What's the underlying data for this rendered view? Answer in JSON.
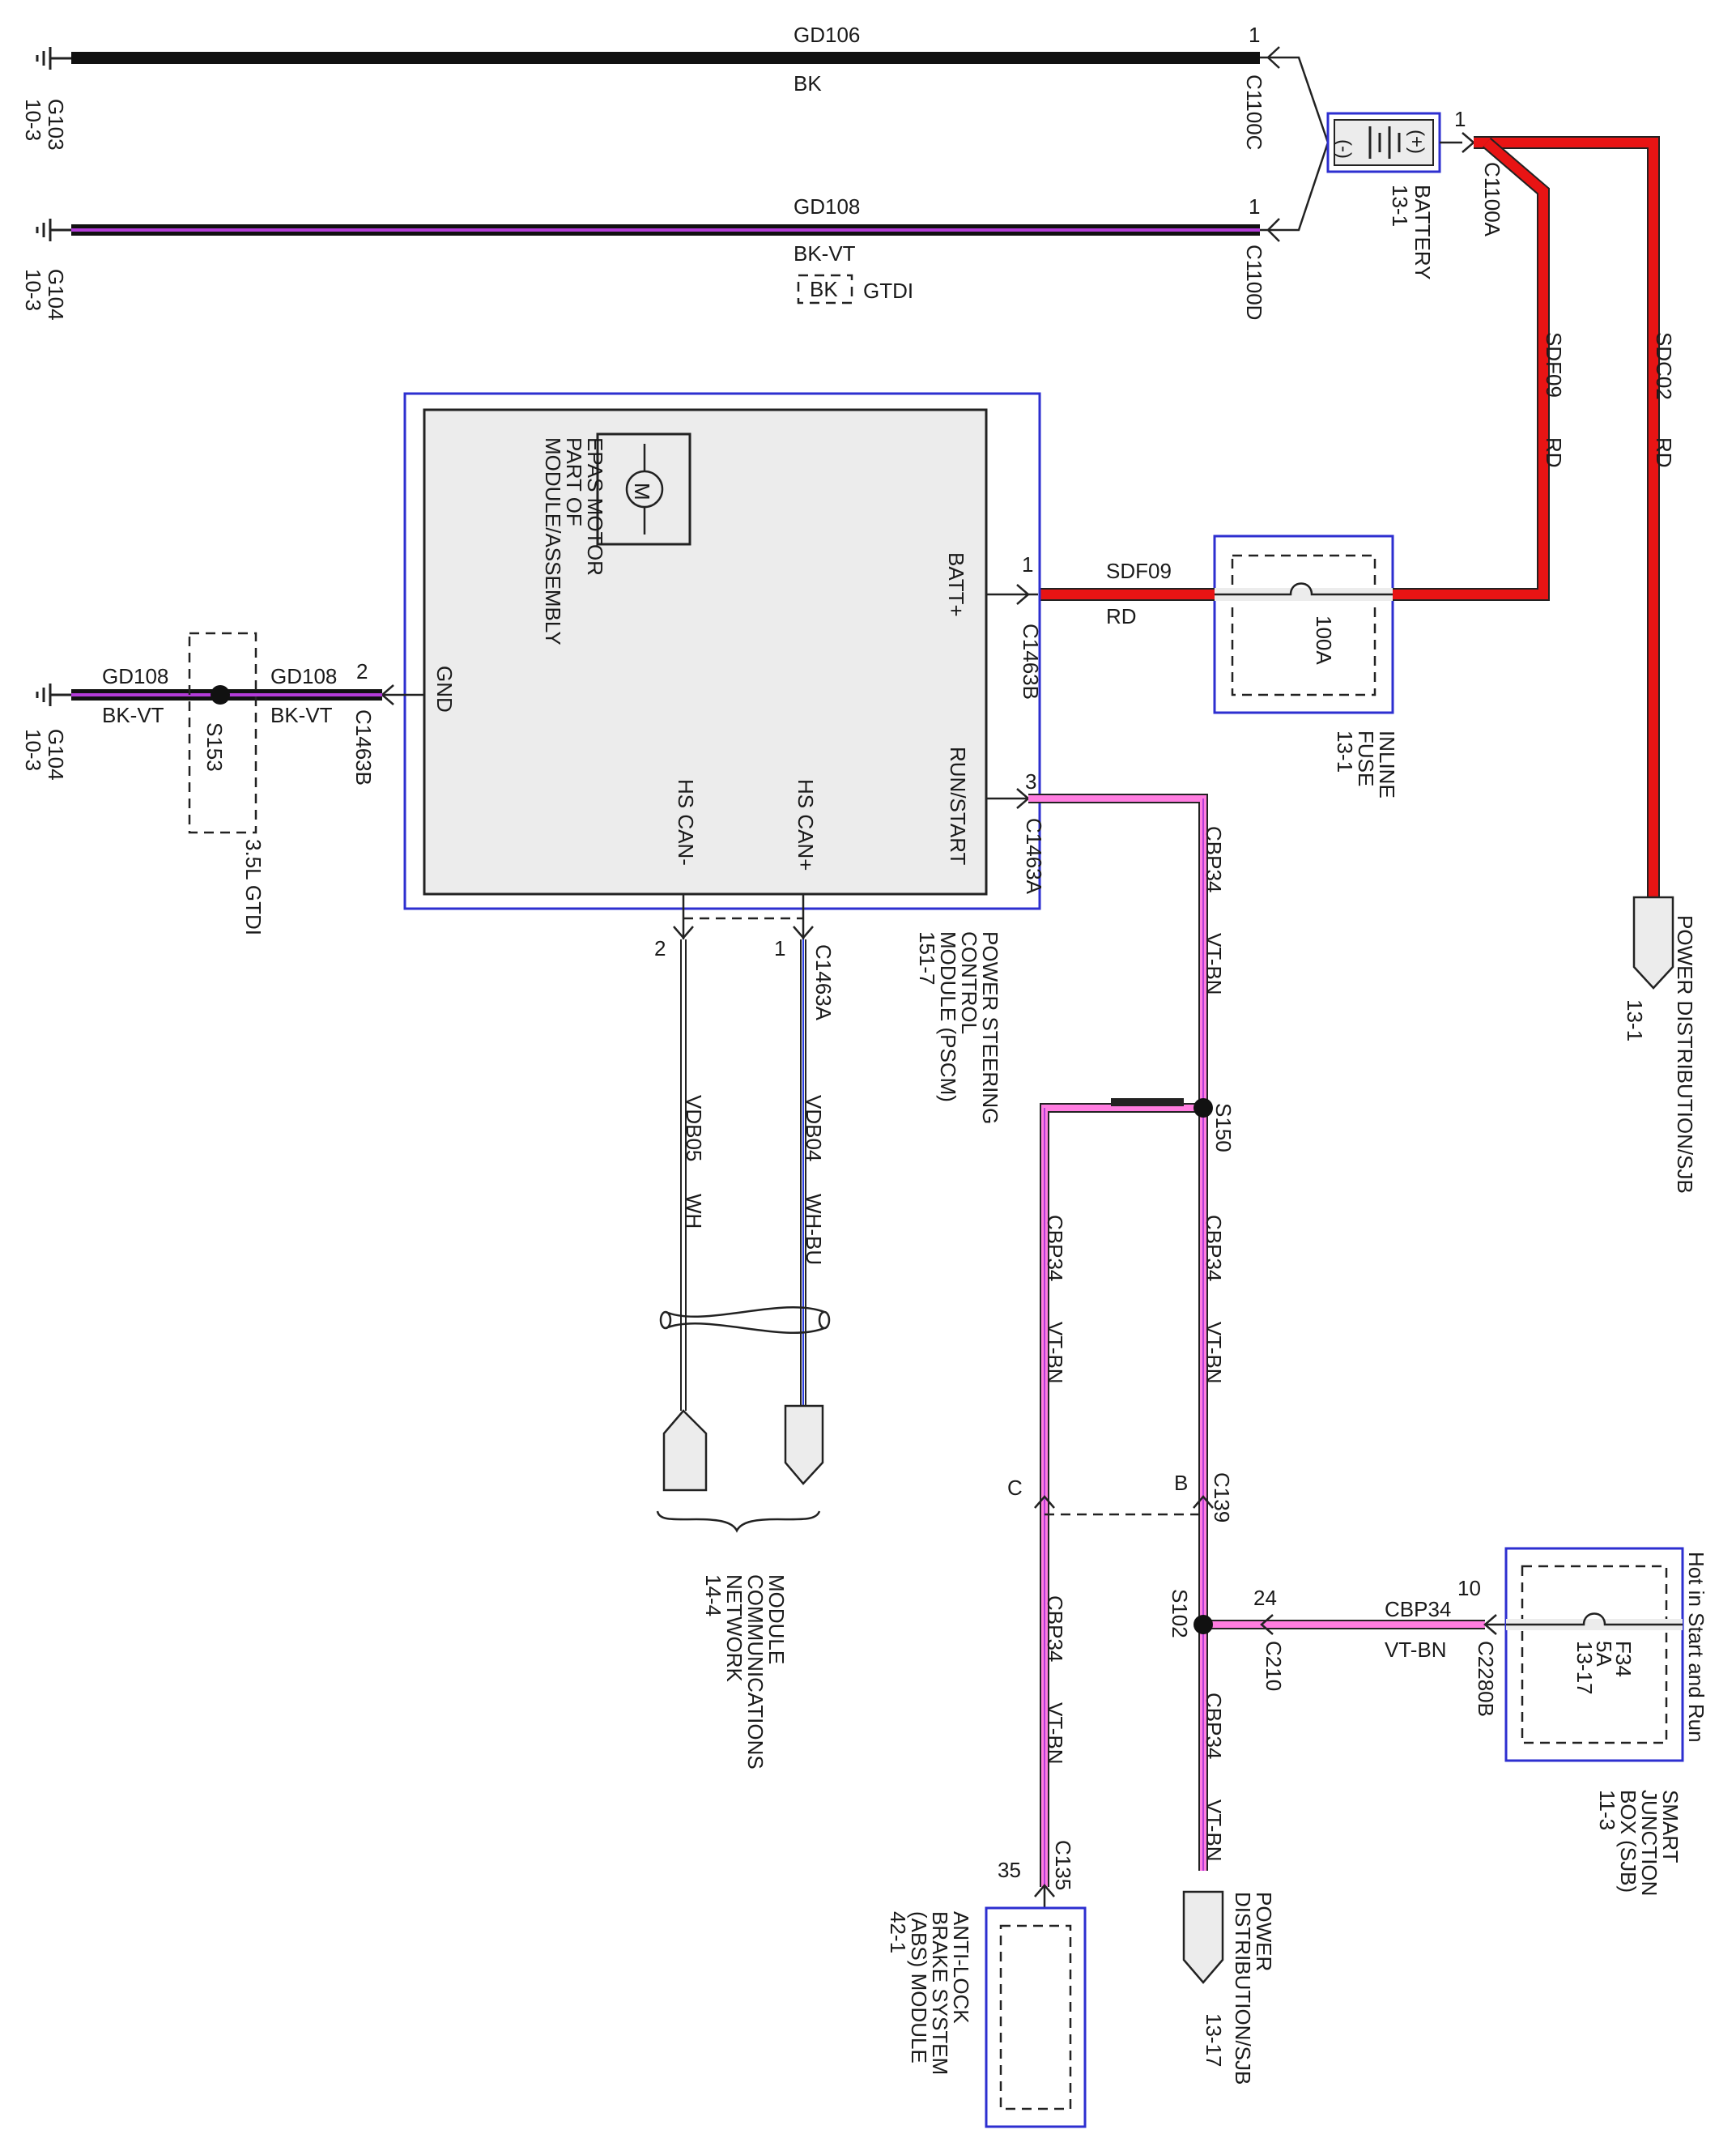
{
  "colors": {
    "black_wire": "#111111",
    "red_wire": "#e81414",
    "pink_wire": "#ff7de0",
    "violet_stripe": "#b33cd8",
    "blue_stripe": "#2a3de0",
    "module_outline": "#2d2fd0"
  },
  "grounds": [
    {
      "id": "G103",
      "ref": "10-3"
    },
    {
      "id": "G104",
      "ref": "10-3"
    },
    {
      "id": "G104",
      "ref": "10-3"
    }
  ],
  "wires": {
    "gd106": {
      "circuit": "GD106",
      "color": "BK"
    },
    "gd108_top": {
      "circuit": "GD108",
      "color": "BK-VT",
      "alt_color": "BK",
      "alt_note": "GTDI"
    },
    "gd108_left": {
      "circuit": "GD108",
      "color": "BK-VT"
    },
    "gd108_right": {
      "circuit": "GD108",
      "color": "BK-VT"
    },
    "sdf09_vertical": {
      "circuit": "SDF09",
      "color": "RD"
    },
    "sdc02": {
      "circuit": "SDC02",
      "color": "RD"
    },
    "sdf09_horizontal": {
      "circuit": "SDF09",
      "color": "RD"
    },
    "cbp34_a": {
      "circuit": "CBP34",
      "color": "VT-BN"
    },
    "cbp34_b": {
      "circuit": "CBP34",
      "color": "VT-BN"
    },
    "cbp34_c": {
      "circuit": "CBP34",
      "color": "VT-BN"
    },
    "cbp34_d": {
      "circuit": "CBP34",
      "color": "VT-BN"
    },
    "cbp34_e": {
      "circuit": "CBP34",
      "color": "VT-BN"
    },
    "cbp34_f": {
      "circuit": "CBP34",
      "color": "VT-BN"
    },
    "vdb05": {
      "circuit": "VDB05",
      "color": "WH"
    },
    "vdb04": {
      "circuit": "VDB04",
      "color": "WH-BU"
    }
  },
  "connectors": {
    "c1100c": {
      "id": "C1100C",
      "pin": "1"
    },
    "c1100d": {
      "id": "C1100D",
      "pin": "1"
    },
    "c1100a": {
      "id": "C1100A",
      "pin": "1"
    },
    "c1463b_batt": {
      "id": "C1463B",
      "pin": "1"
    },
    "c1463b_gnd": {
      "id": "C1463B",
      "pin": "2"
    },
    "c1463a_run": {
      "id": "C1463A",
      "pin": "3"
    },
    "c1463a_can": {
      "id": "C1463A",
      "pin_plus": "1",
      "pin_minus": "2"
    },
    "c139": {
      "id": "C139",
      "pin_b": "B",
      "pin_c": "C"
    },
    "c210": {
      "id": "C210",
      "pin": "24"
    },
    "c2280b": {
      "id": "C2280B",
      "pin": "10"
    },
    "c135": {
      "id": "C135",
      "pin": "35"
    }
  },
  "splices": {
    "s153": "S153",
    "s150": "S150",
    "s102": "S102",
    "s153_note": "3.5L GTDI"
  },
  "battery": {
    "name": "BATTERY",
    "ref": "13-1",
    "plus": "(+)",
    "minus": "(-)"
  },
  "inline_fuse": {
    "name_1": "INLINE",
    "name_2": "FUSE",
    "ref": "13-1",
    "rating": "100A"
  },
  "pscm": {
    "name": [
      "POWER STEERING",
      "CONTROL",
      "MODULE (PSCM)",
      "151-7"
    ],
    "motor": [
      "EPAS MOTOR",
      "PART OF",
      "MODULE/ASSEMBLY"
    ],
    "motor_symbol": "M",
    "pins": {
      "batt": "BATT+",
      "gnd": "GND",
      "run": "RUN/START",
      "can_plus": "HS CAN+",
      "can_minus": "HS CAN-"
    }
  },
  "pd_top": {
    "name": "POWER DISTRIBUTION/SJB",
    "ref": "13-1"
  },
  "pd_bottom": {
    "name": [
      "POWER",
      "DISTRIBUTION/SJB"
    ],
    "ref": "13-17"
  },
  "network": {
    "name": [
      "MODULE",
      "COMMUNICATIONS",
      "NETWORK"
    ],
    "ref": "14-4"
  },
  "sjb": {
    "name": [
      "SMART",
      "JUNCTION",
      "BOX (SJB)",
      "11-3"
    ],
    "hot": "Hot in Start and Run",
    "fuse": [
      "F34",
      "5A",
      "13-17"
    ]
  },
  "abs": {
    "name": [
      "ANTI-LOCK",
      "BRAKE SYSTEM",
      "(ABS) MODULE",
      "42-1"
    ]
  }
}
